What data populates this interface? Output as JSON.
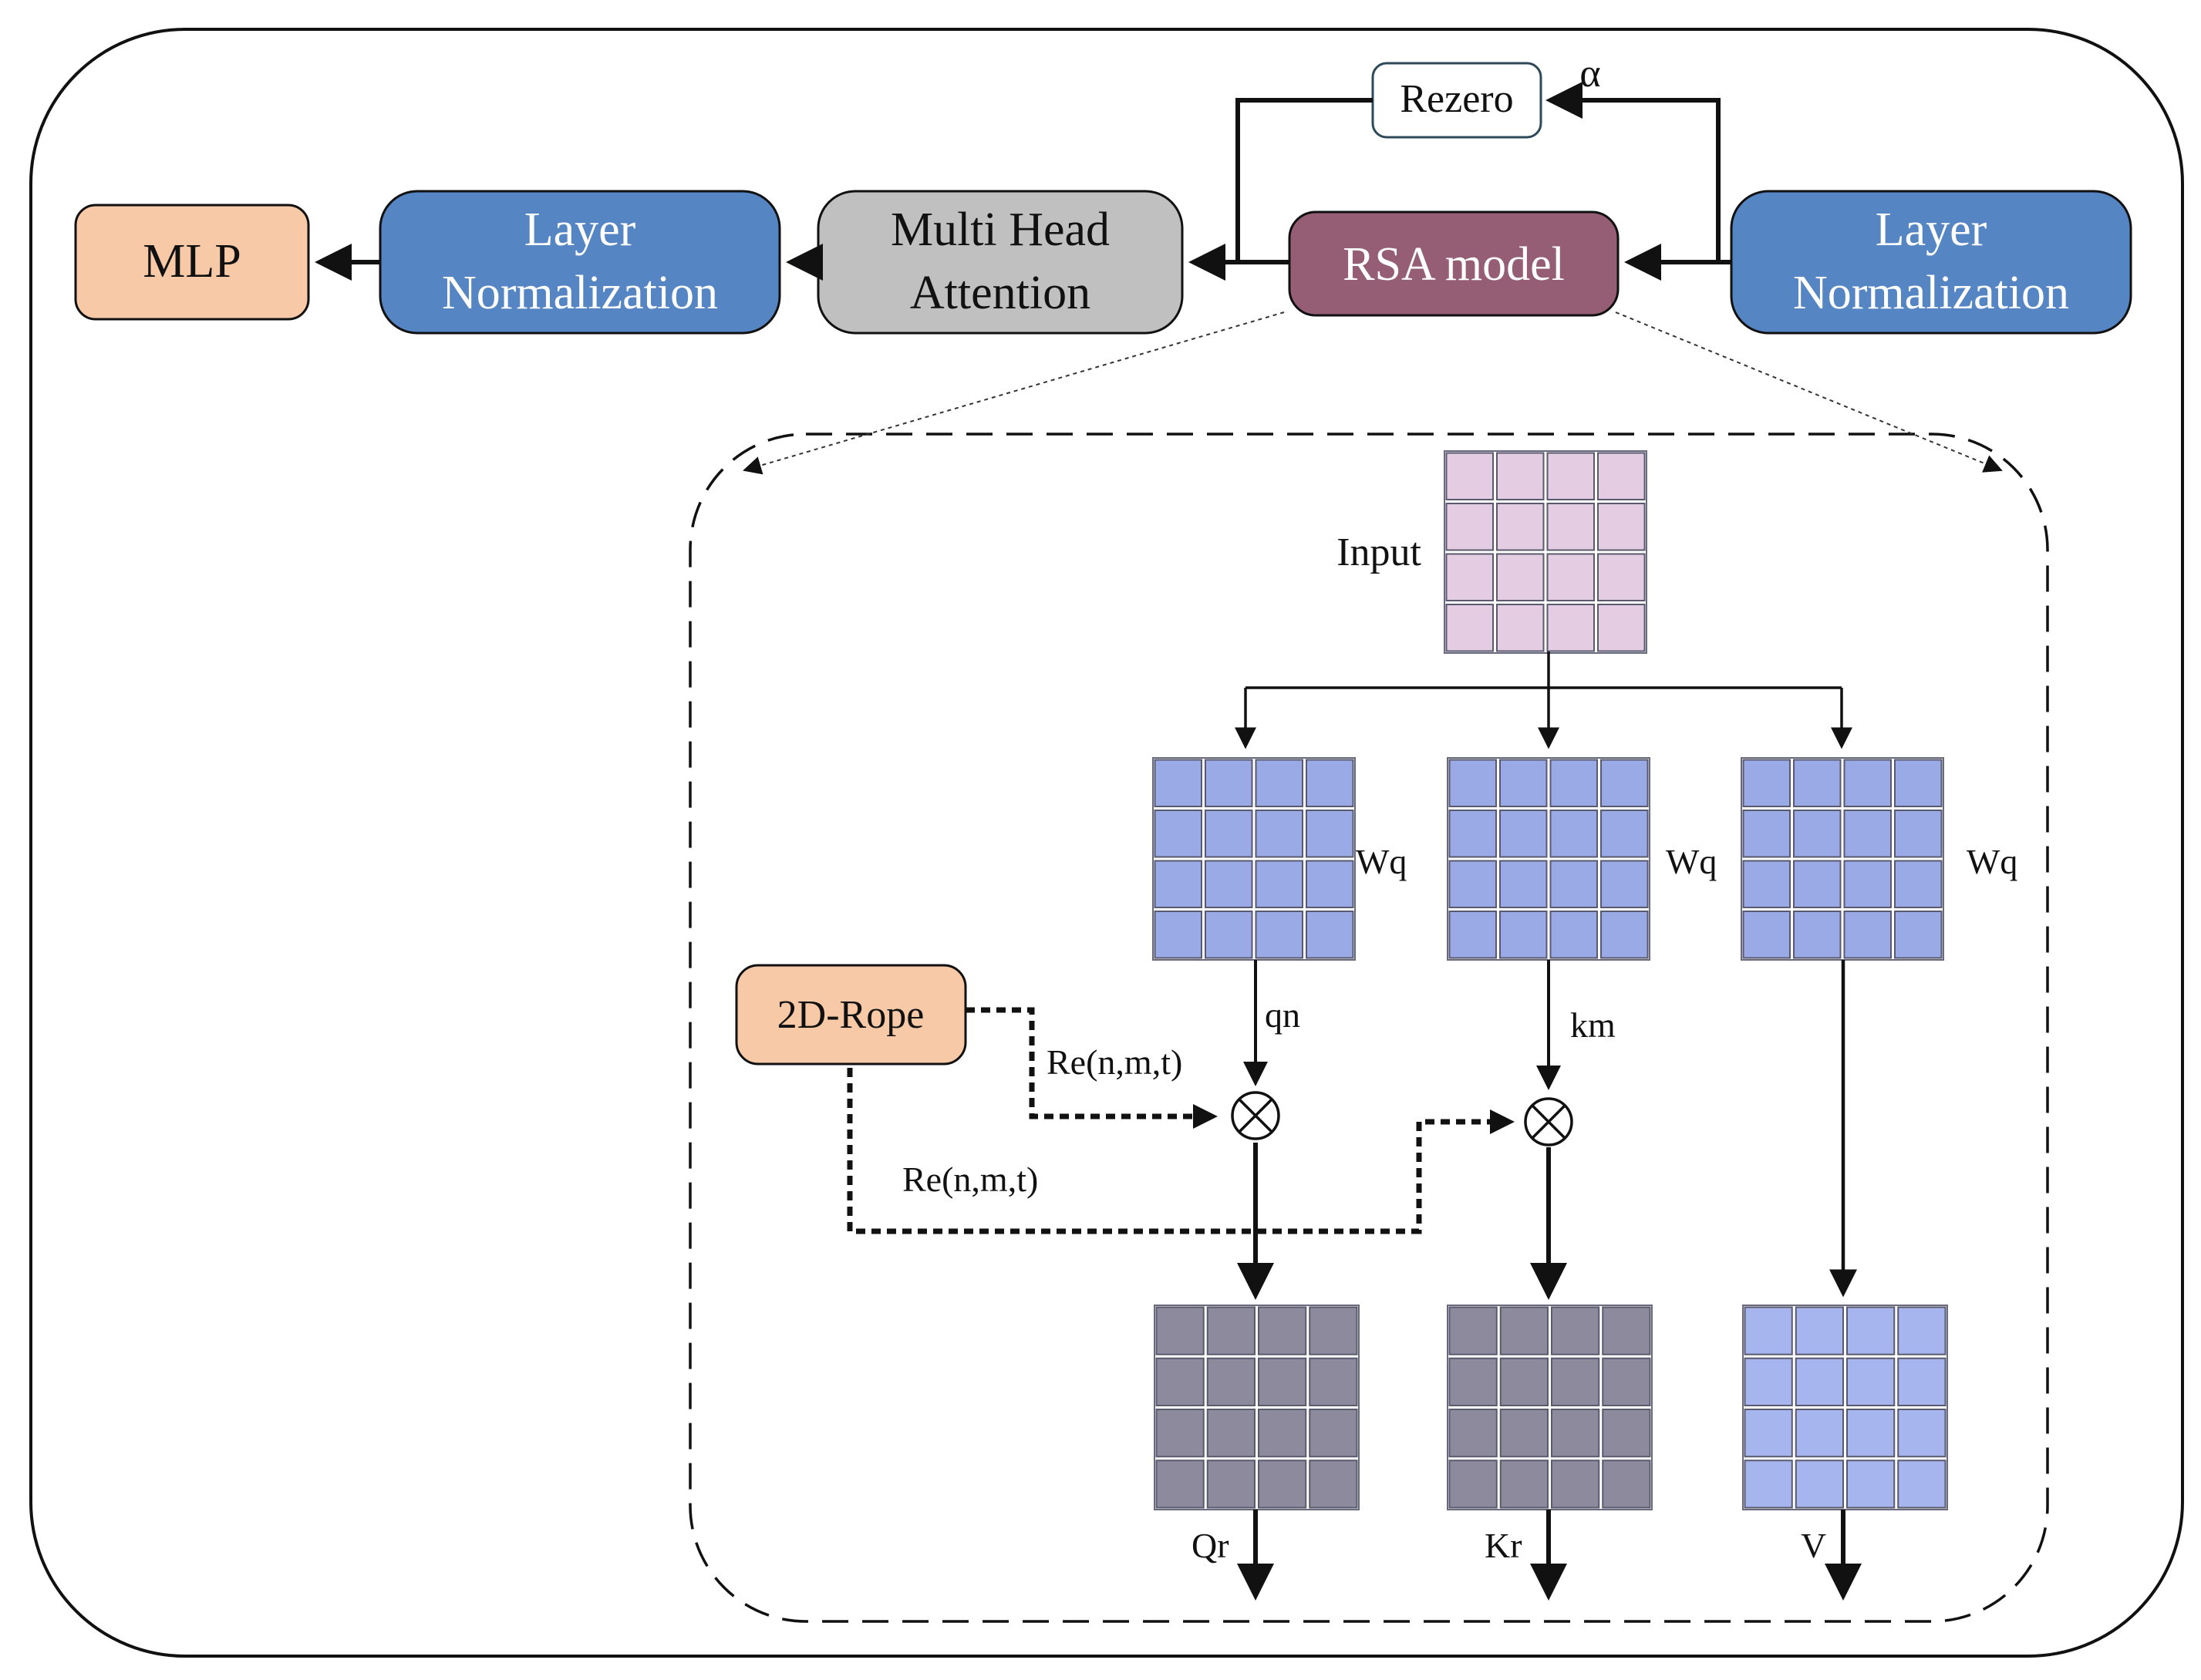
{
  "blocks": {
    "mlp": {
      "label": "MLP",
      "fill": "#f8c9a6"
    },
    "layer_norm_left": {
      "line1": "Layer",
      "line2": "Normalization",
      "fill": "#5585c2"
    },
    "mha": {
      "line1": "Multi Head",
      "line2": "Attention",
      "fill": "#c0c0c0"
    },
    "rsa": {
      "label": "RSA model",
      "fill": "#955e74"
    },
    "layer_norm_right": {
      "line1": "Layer",
      "line2": "Normalization",
      "fill": "#5585c2"
    },
    "rezero": {
      "label": "Rezero",
      "alpha": "α"
    },
    "rope": {
      "label": "2D-Rope",
      "fill": "#f8c9a6"
    }
  },
  "labels": {
    "input": "Input",
    "wq1": "Wq",
    "wq2": "Wq",
    "wq3": "Wq",
    "qn": "qn",
    "km": "km",
    "re1": "Re(n,m,t)",
    "re2": "Re(n,m,t)",
    "qr": "Qr",
    "kr": "Kr",
    "v": "V"
  },
  "colors": {
    "input_cell": "#e4cde2",
    "weight_cell": "#9aaae6",
    "rotated_cell": "#8d8a9e",
    "v_cell": "#a7b5ee"
  }
}
